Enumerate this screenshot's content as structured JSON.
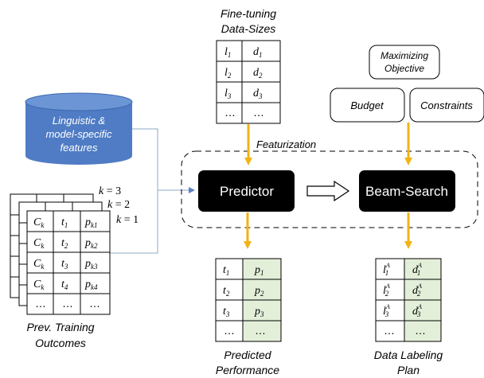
{
  "fine_tuning": {
    "title_line1": "Fine-tuning",
    "title_line2": "Data-Sizes",
    "rows": [
      {
        "l": "l",
        "l_sub": "1",
        "d": "d",
        "d_sub": "1"
      },
      {
        "l": "l",
        "l_sub": "2",
        "d": "d",
        "d_sub": "2"
      },
      {
        "l": "l",
        "l_sub": "3",
        "d": "d",
        "d_sub": "3"
      },
      {
        "l": "…",
        "l_sub": "",
        "d": "…",
        "d_sub": ""
      }
    ]
  },
  "objective": {
    "line1": "Maximizing",
    "line2": "Objective"
  },
  "budget": "Budget",
  "constraints": "Constraints",
  "features": {
    "line1": "Linguistic  &",
    "line2": "model-specific",
    "line3": "features"
  },
  "featurization": "Featurization",
  "predictor": "Predictor",
  "beam_search": "Beam-Search",
  "k_labels": [
    {
      "k": "k",
      "eq": " = 3"
    },
    {
      "k": "k",
      "eq": " = 2"
    },
    {
      "k": "k",
      "eq": " = 1"
    }
  ],
  "training": {
    "rows": [
      {
        "c": "C",
        "c_sub": "k",
        "t": "t",
        "t_sub": "1",
        "p": "p",
        "p_sub": "k1"
      },
      {
        "c": "C",
        "c_sub": "k",
        "t": "t",
        "t_sub": "2",
        "p": "p",
        "p_sub": "k2"
      },
      {
        "c": "C",
        "c_sub": "k",
        "t": "t",
        "t_sub": "3",
        "p": "p",
        "p_sub": "k3"
      },
      {
        "c": "C",
        "c_sub": "k",
        "t": "t",
        "t_sub": "4",
        "p": "p",
        "p_sub": "k4"
      },
      {
        "c": "…",
        "c_sub": "",
        "t": "…",
        "t_sub": "",
        "p": "…",
        "p_sub": ""
      }
    ],
    "caption_line1": "Prev. Training",
    "caption_line2": "Outcomes"
  },
  "predicted": {
    "rows": [
      {
        "t": "t",
        "t_sub": "1",
        "p": "p",
        "p_sub": "1"
      },
      {
        "t": "t",
        "t_sub": "2",
        "p": "p",
        "p_sub": "2"
      },
      {
        "t": "t",
        "t_sub": "3",
        "p": "p",
        "p_sub": "3"
      },
      {
        "t": "…",
        "t_sub": "",
        "p": "…",
        "p_sub": ""
      }
    ],
    "caption_line1": "Predicted",
    "caption_line2": "Performance"
  },
  "plan": {
    "rows": [
      {
        "l": "l",
        "l_sub": "1",
        "l_sup": "A",
        "d": "d",
        "d_sub": "1",
        "d_sup": "A"
      },
      {
        "l": "l",
        "l_sub": "2",
        "l_sup": "A",
        "d": "d",
        "d_sub": "2",
        "d_sup": "A"
      },
      {
        "l": "l",
        "l_sub": "3",
        "l_sup": "A",
        "d": "d",
        "d_sub": "3",
        "d_sup": "A"
      },
      {
        "l": "…",
        "l_sub": "",
        "l_sup": "",
        "d": "…",
        "d_sub": "",
        "d_sup": ""
      }
    ],
    "caption_line1": "Data Labeling",
    "caption_line2": "Plan"
  },
  "colors": {
    "arrow_orange": "#f2b317",
    "cylinder_blue": "#4f7cc4",
    "green_cell": "#e3efd9",
    "connector": "#8fa7c9",
    "black_box": "#000000"
  }
}
